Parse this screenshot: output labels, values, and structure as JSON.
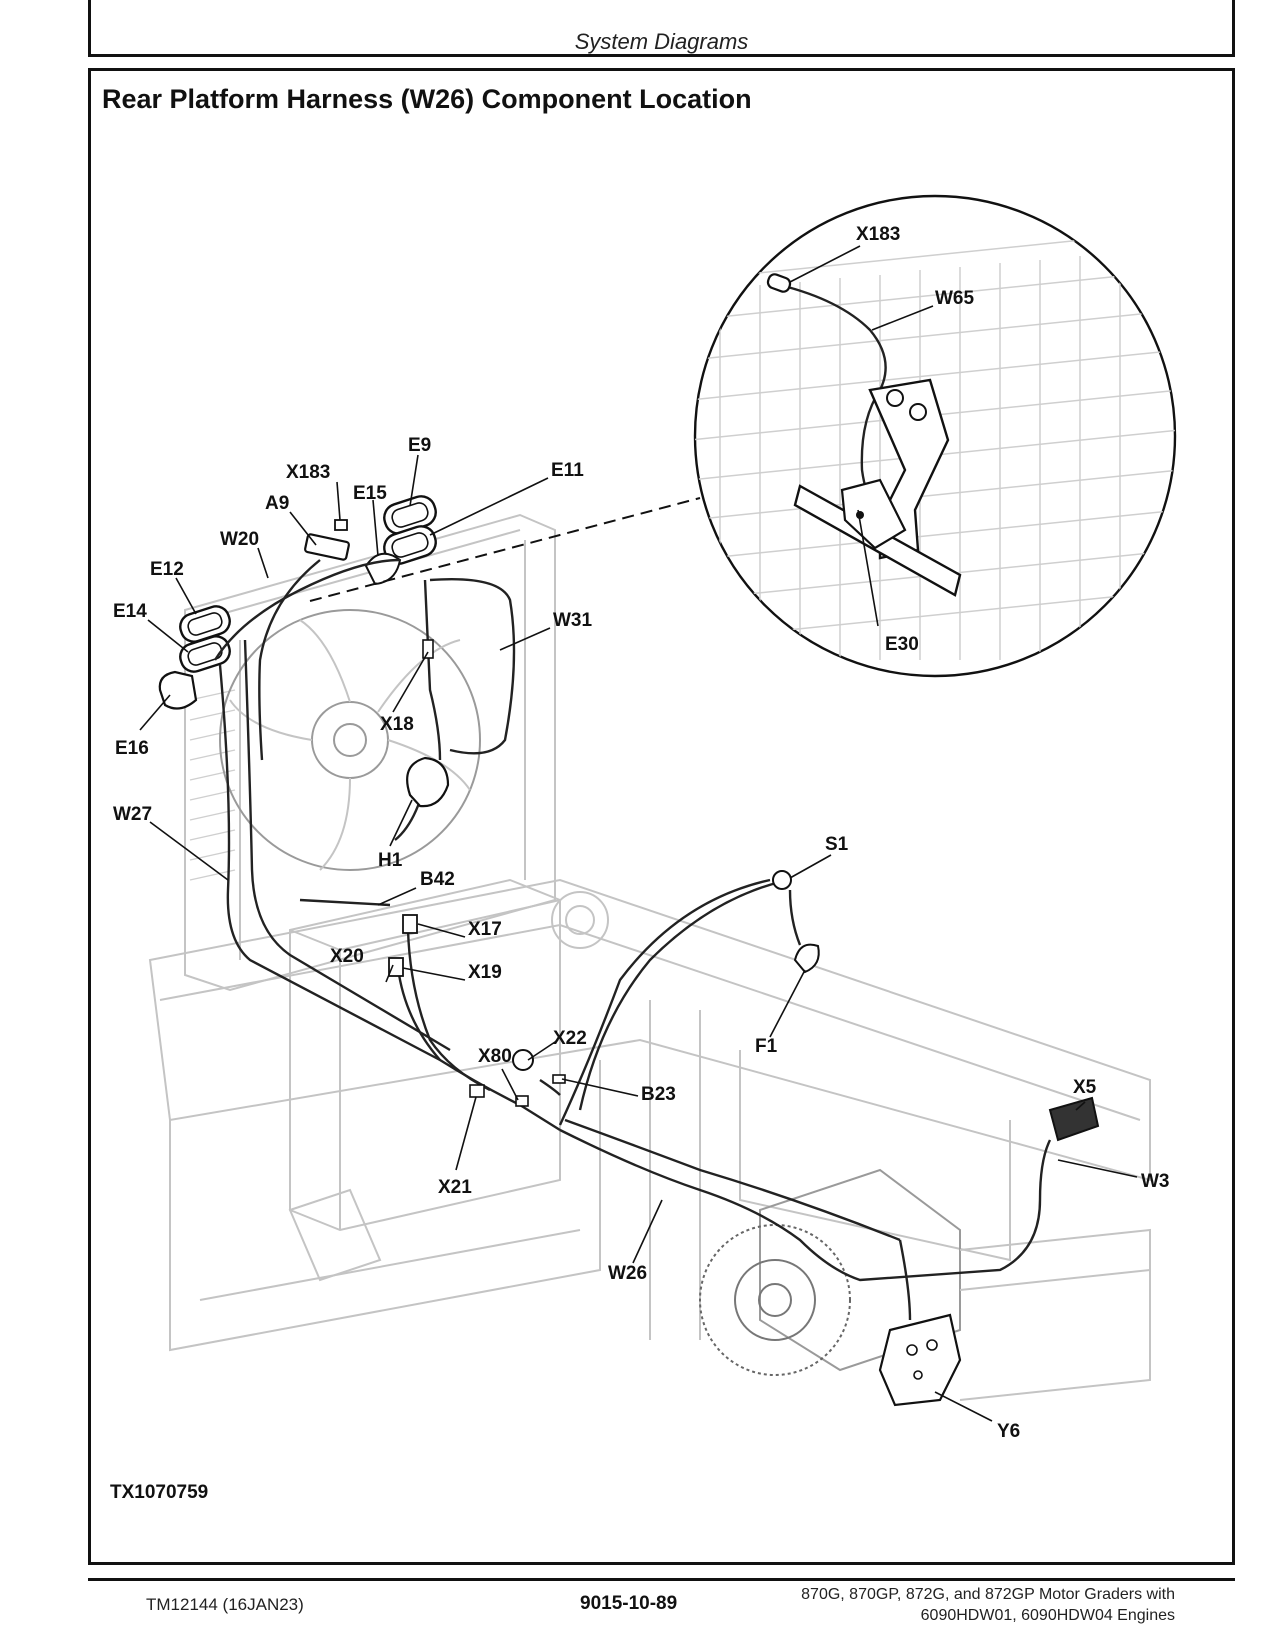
{
  "header": {
    "section": "System Diagrams"
  },
  "title": "Rear Platform Harness (W26) Component Location",
  "figure_id": "TX1070759",
  "callouts": {
    "X183": "X183",
    "W65": "W65",
    "E30": "E30",
    "E9": "E9",
    "E11": "E11",
    "E15": "E15",
    "A9": "A9",
    "W20": "W20",
    "E12": "E12",
    "E14": "E14",
    "W31": "W31",
    "X18": "X18",
    "E16": "E16",
    "W27": "W27",
    "H1": "H1",
    "B42": "B42",
    "X17": "X17",
    "X20": "X20",
    "X19": "X19",
    "S1": "S1",
    "F1": "F1",
    "X80": "X80",
    "X22": "X22",
    "B23": "B23",
    "X5": "X5",
    "W3": "W3",
    "X21": "X21",
    "W26": "W26",
    "Y6": "Y6"
  },
  "footer": {
    "doc_number": "TM12144 (16JAN23)",
    "page": "9015-10-89",
    "model_line1": "870G, 870GP, 872G, and 872GP Motor Graders with",
    "model_line2": "6090HDW01, 6090HDW04 Engines"
  }
}
